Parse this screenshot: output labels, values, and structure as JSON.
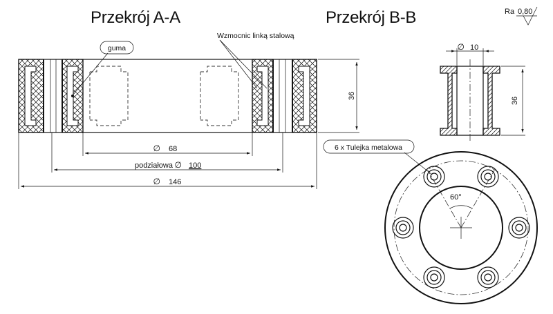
{
  "titles": {
    "section_a": "Przekrój A-A",
    "section_b": "Przekrój B-B"
  },
  "roughness": {
    "symbol": "Ra",
    "value": "0,80"
  },
  "labels": {
    "rubber": "guma",
    "steel_cord": "Wzmocnic linką stalową",
    "bushings": "6 x Tulejka metalowa"
  },
  "dimensions": {
    "inner_diameter": {
      "symbol": "∅",
      "value": "68"
    },
    "pitch_diameter": {
      "prefix": "podziałowa",
      "symbol": "∅",
      "value": "100"
    },
    "outer_diameter": {
      "symbol": "∅",
      "value": "146"
    },
    "height_a": "36",
    "bushing_diameter": {
      "symbol": "∅",
      "value": "10"
    },
    "height_b": "36",
    "angle": "60°"
  }
}
